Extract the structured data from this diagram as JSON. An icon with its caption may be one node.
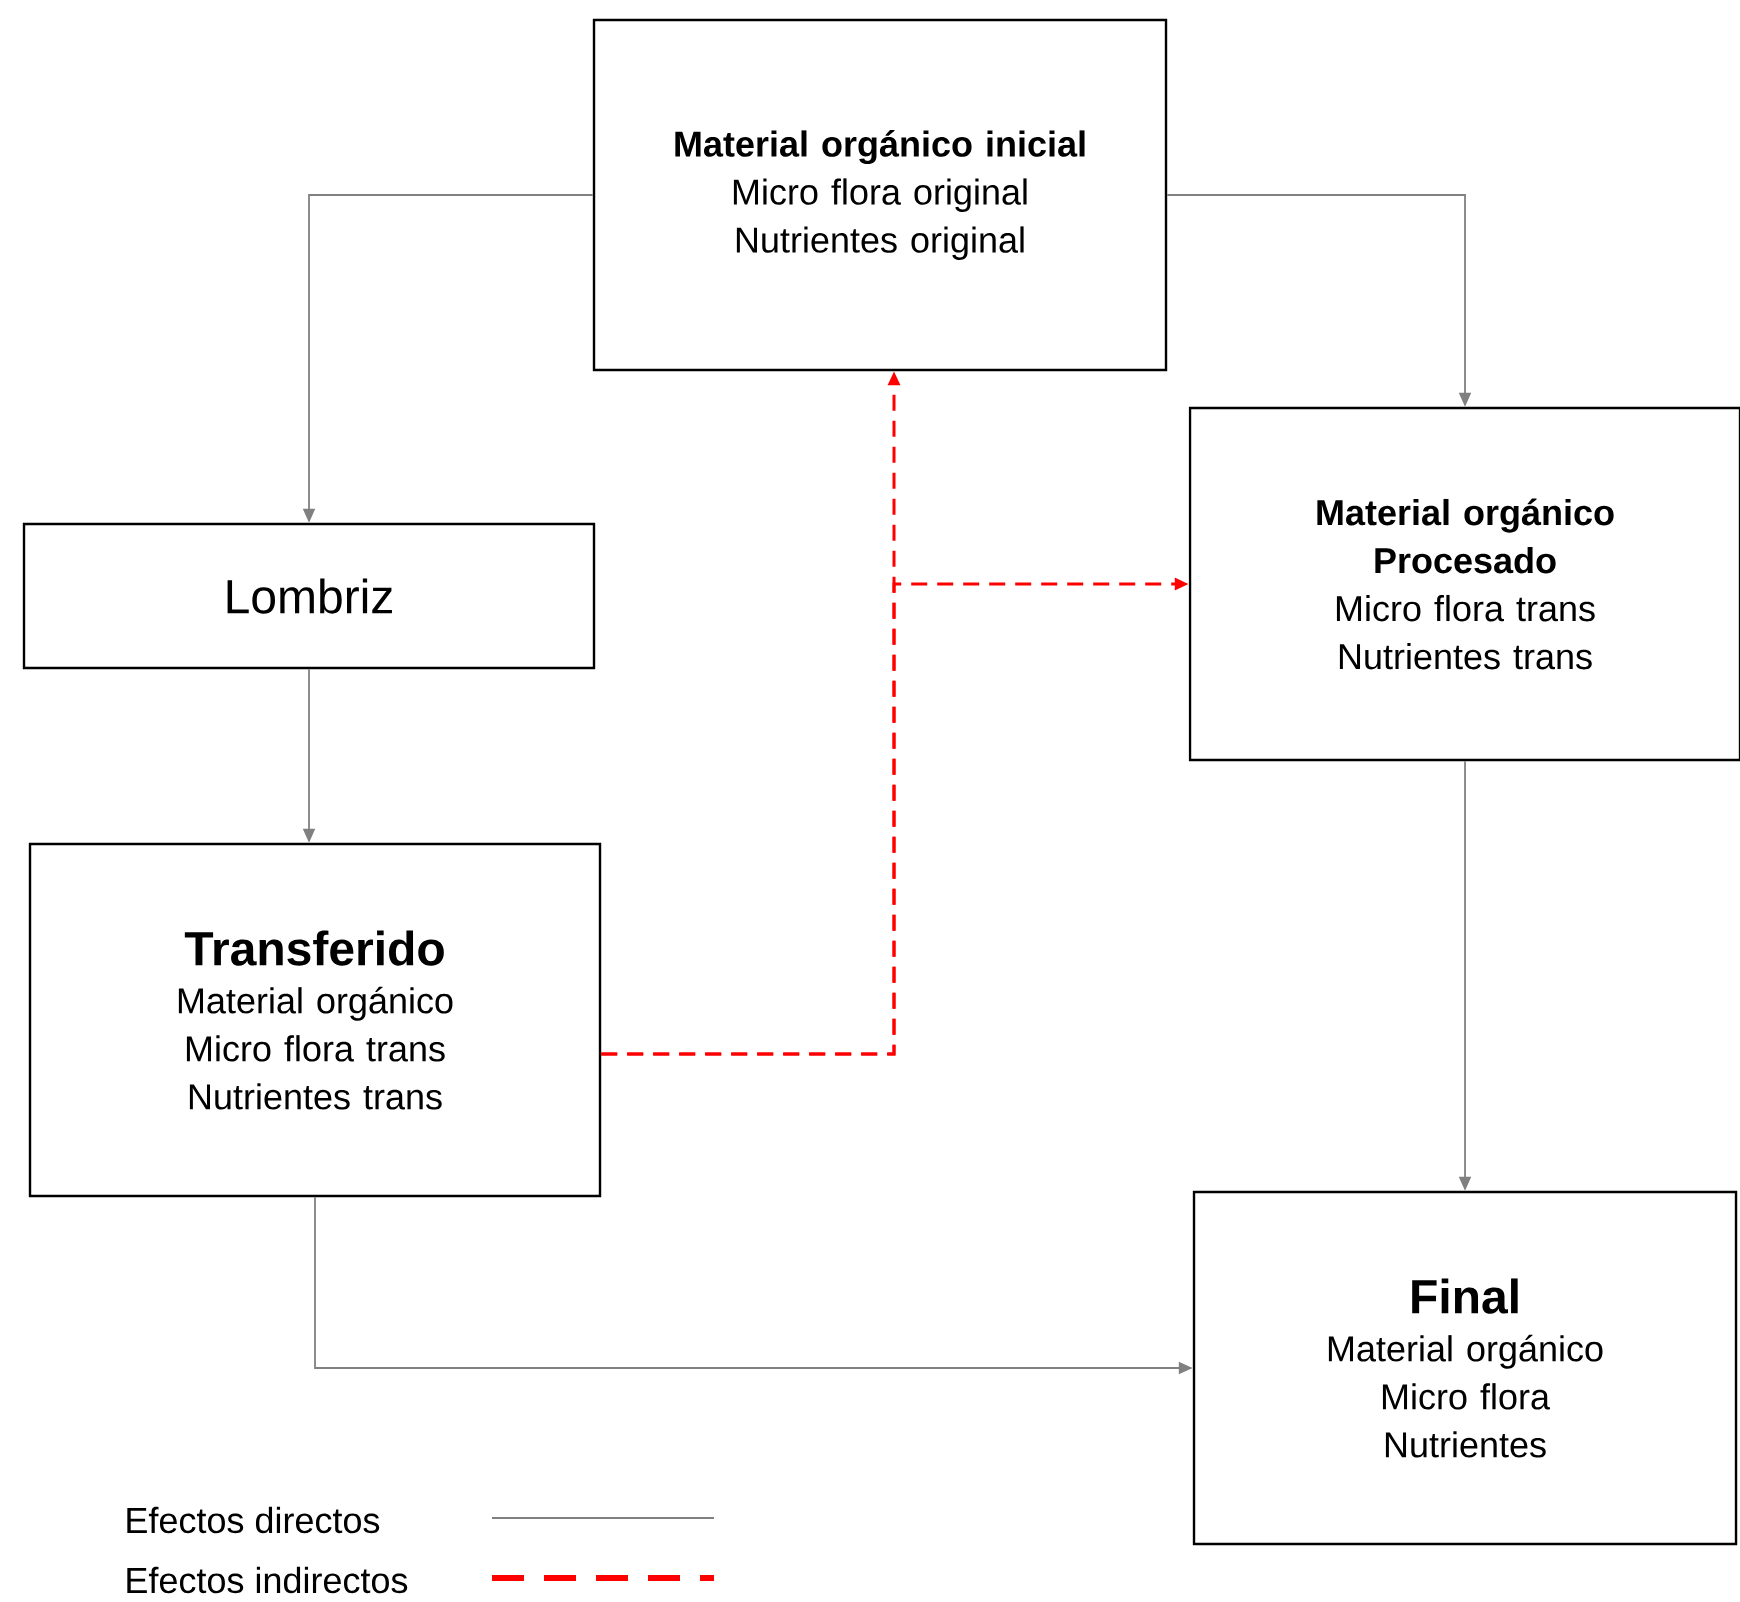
{
  "diagram": {
    "nodes": [
      {
        "text": [
          "Material orgánico inicial",
          "Micro flora original",
          "Nutrientes original"
        ]
      },
      {
        "text": [
          "Lombriz"
        ]
      },
      {
        "text": [
          "Material orgánico Procesado",
          "Micro flora trans",
          "Nutrientes trans"
        ]
      },
      {
        "text": [
          "Transferido",
          "Material orgánico",
          "Micro flora trans",
          "Nutrientes trans"
        ]
      },
      {
        "text": [
          "Final",
          "Material orgánico",
          "Micro flora",
          "Nutrientes"
        ]
      }
    ],
    "edges": [
      {
        "from": 0,
        "to": 1,
        "arrow": "to"
      },
      {
        "from": 0,
        "to": 2,
        "arrow": "to"
      },
      {
        "from": 1,
        "to": 3,
        "arrow": "to"
      },
      {
        "from": 2,
        "to": 4,
        "arrow": "to"
      },
      {
        "from": 3,
        "to": 4,
        "arrow": "to"
      },
      {
        "from": 3,
        "to": 0,
        "arrow": "to",
        "style": "dashed",
        "color": "#ff0000"
      },
      {
        "from": 3,
        "to": 2,
        "arrow": "to",
        "style": "dashed",
        "color": "#ff0000"
      }
    ],
    "legend": [
      {
        "text": "Efectos directos"
      },
      {
        "text": "Efectos indirectos"
      }
    ]
  }
}
